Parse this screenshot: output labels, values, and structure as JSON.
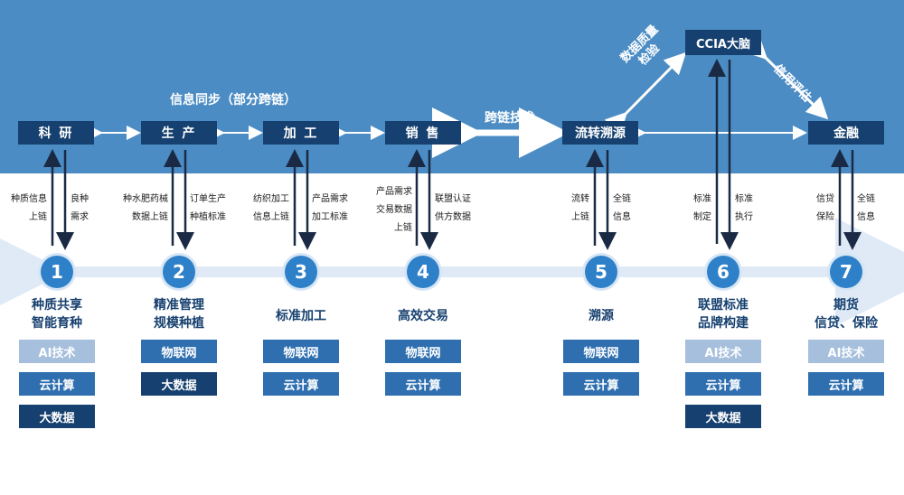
{
  "sync_label": "信息同步（部分跨链）",
  "cross_chain_label": "跨链技术",
  "ccia_label": "CCIA大脑",
  "diag_left": [
    "数据质量",
    "检验"
  ],
  "diag_right": "信用评估",
  "stages": [
    "科 研",
    "生 产",
    "加 工",
    "销 售",
    "流转溯源",
    "金融"
  ],
  "columns": [
    {
      "num": "1",
      "title": [
        "种质共享",
        "智能育种"
      ],
      "left": [
        "种质信息",
        "上链"
      ],
      "right": [
        "良种",
        "需求"
      ],
      "tags": [
        "AI技术",
        "云计算",
        "大数据"
      ]
    },
    {
      "num": "2",
      "title": [
        "精准管理",
        "规模种植"
      ],
      "left": [
        "种水肥药械",
        "数据上链"
      ],
      "right": [
        "订单生产",
        "种植标准"
      ],
      "tags": [
        "物联网",
        "大数据"
      ]
    },
    {
      "num": "3",
      "title": [
        "标准加工"
      ],
      "left": [
        "纺织加工",
        "信息上链"
      ],
      "right": [
        "产品需求",
        "加工标准"
      ],
      "tags": [
        "物联网",
        "云计算"
      ]
    },
    {
      "num": "4",
      "title": [
        "高效交易"
      ],
      "left": [
        "产品需求",
        "交易数据",
        "上链"
      ],
      "right": [
        "联盟认证",
        "供方数据"
      ],
      "tags": [
        "物联网",
        "云计算"
      ]
    },
    {
      "num": "5",
      "title": [
        "溯源"
      ],
      "left": [
        "流转",
        "上链"
      ],
      "right": [
        "全链",
        "信息"
      ],
      "tags": [
        "物联网",
        "云计算"
      ]
    },
    {
      "num": "6",
      "title": [
        "联盟标准",
        "品牌构建"
      ],
      "left": [
        "标准",
        "制定"
      ],
      "right": [
        "标准",
        "执行"
      ],
      "tags": [
        "AI技术",
        "云计算",
        "大数据"
      ]
    },
    {
      "num": "7",
      "title": [
        "期货",
        "信贷、保险"
      ],
      "left": [
        "信贷",
        "保险"
      ],
      "right": [
        "全链",
        "信息"
      ],
      "tags": [
        "AI技术",
        "云计算"
      ]
    }
  ],
  "colors": {
    "band": "#4b8cc4",
    "box": "#16406f",
    "circle": "#2e80c8",
    "tag_light": "#a6bfdd",
    "tag_mid": "#2f6fb0",
    "tag_dark": "#16406f"
  }
}
